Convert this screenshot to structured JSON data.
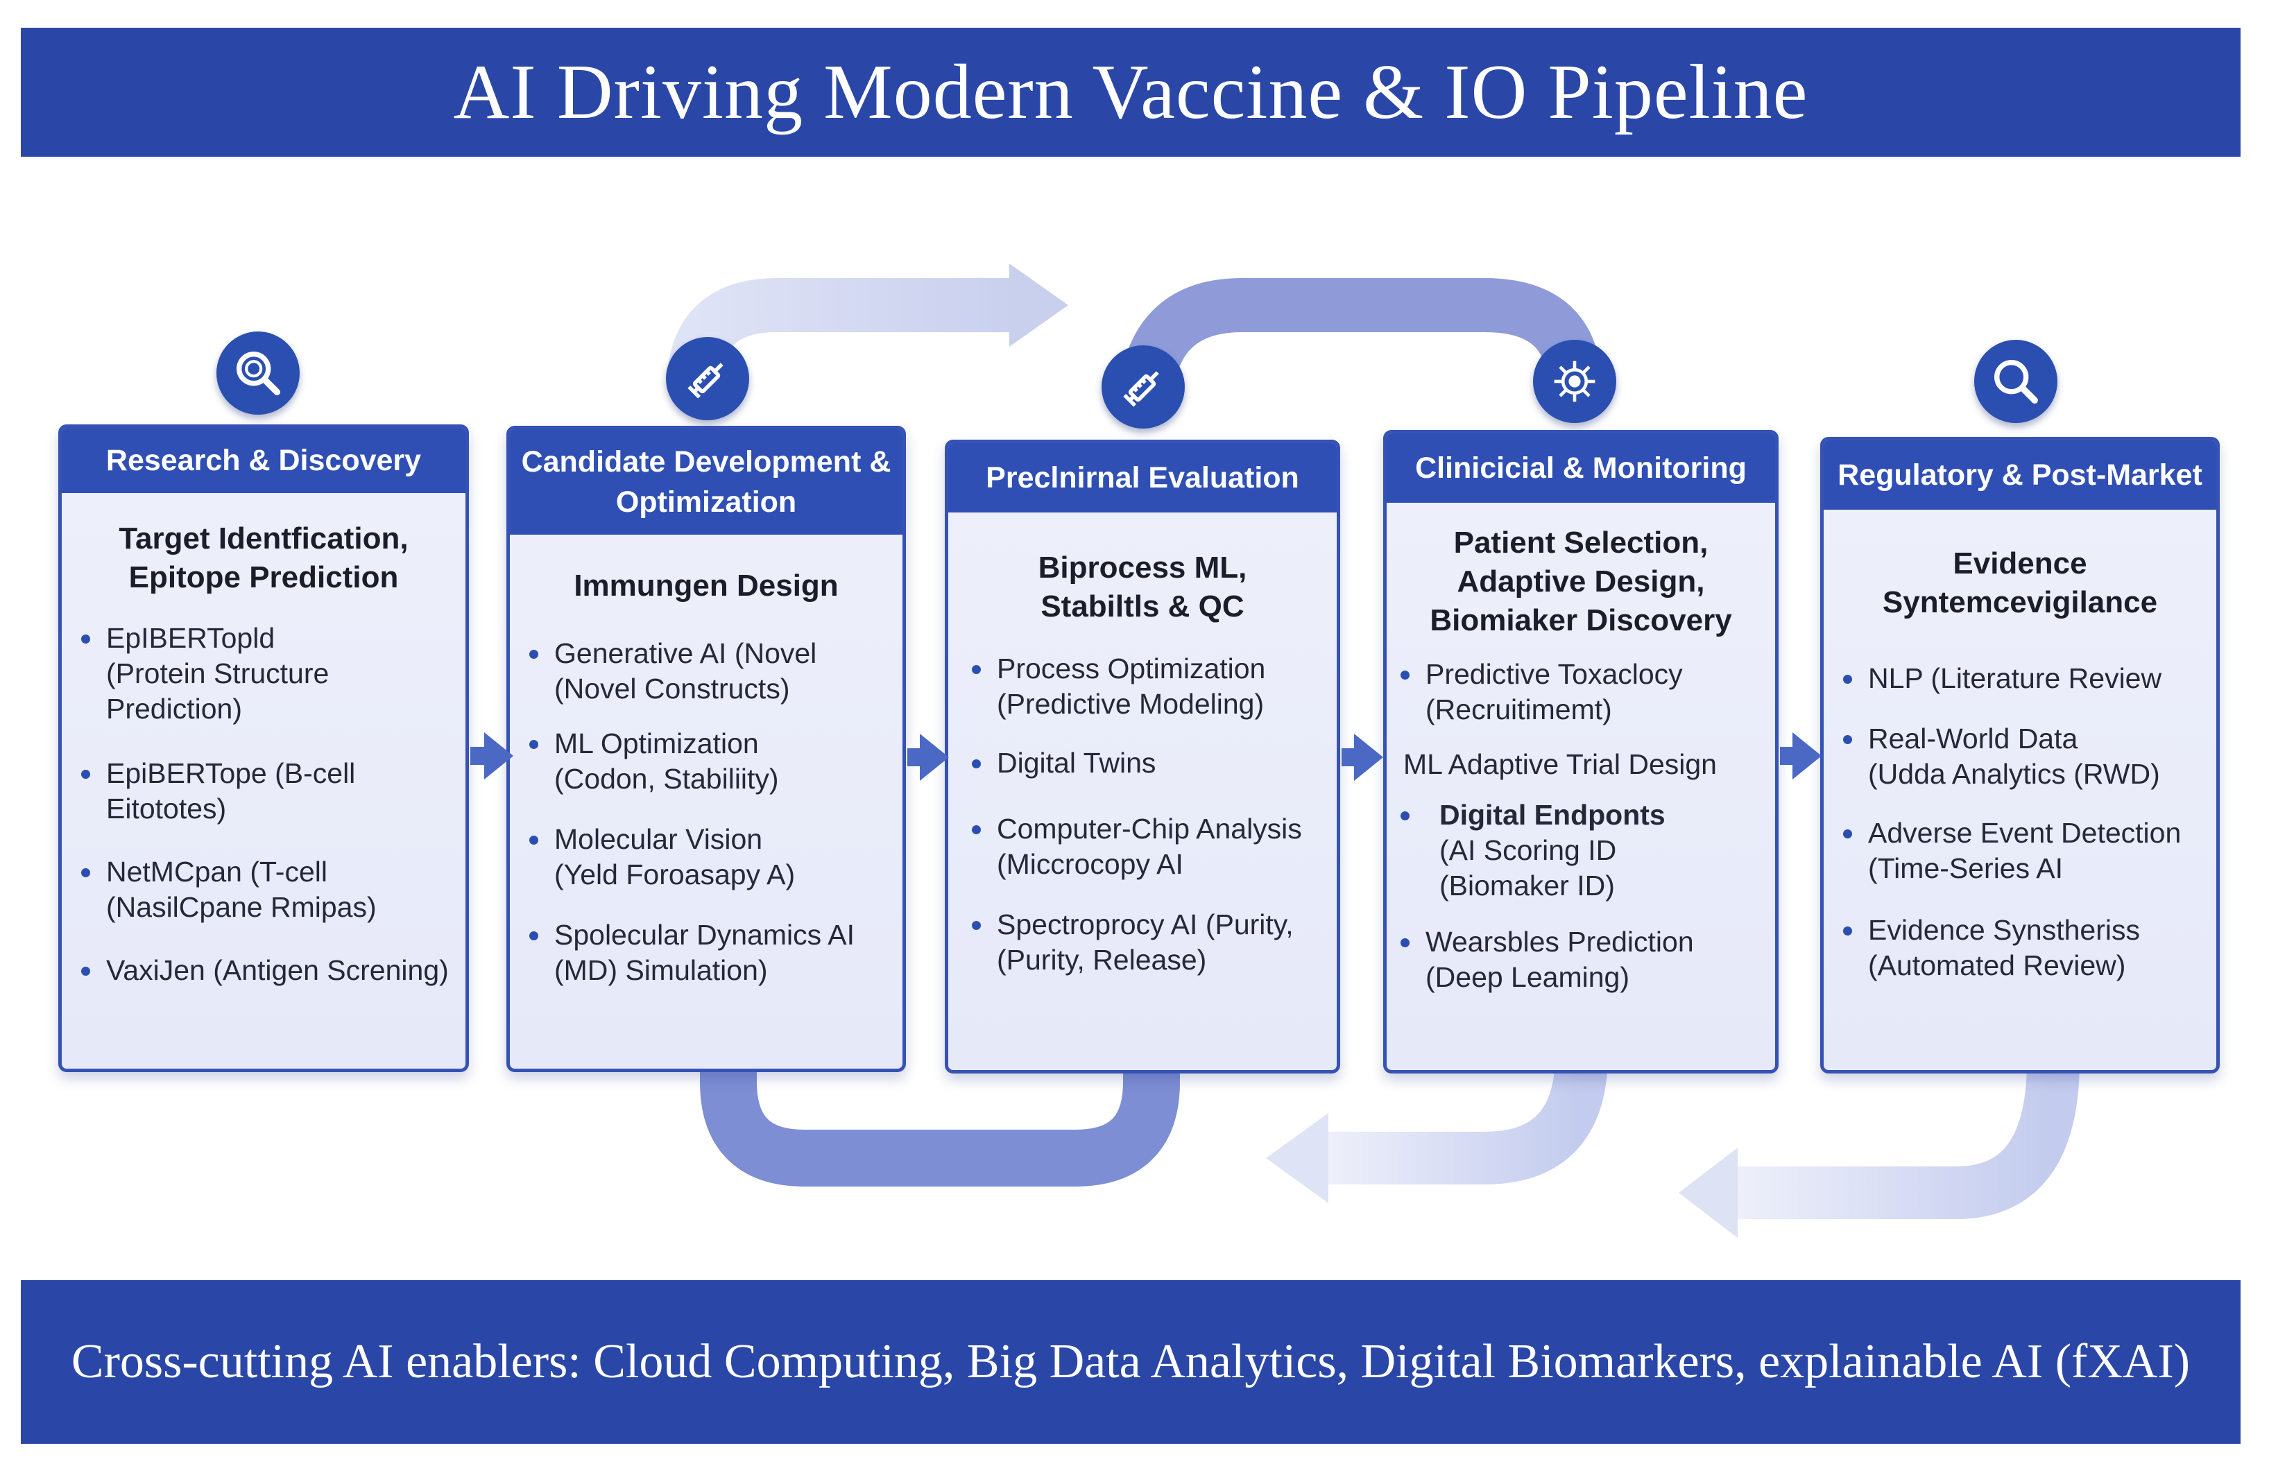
{
  "title": "AI Driving Modern Vaccine & IO Pipeline",
  "footer": "Cross-cutting AI enablers: Cloud Computing, Big Data Analytics, Digital Biomarkers, explainable AI (fXAI)",
  "colors": {
    "banner": "#2a47a8",
    "card_header": "#2f4fb4",
    "card_bg": "#e8ebf9",
    "arrow": "#8a9ad8"
  },
  "stages": [
    {
      "icon": "magnifier-icon",
      "header": "Research & Discovery",
      "subtitle": [
        "Target Identfication,",
        "Epitope Prediction"
      ],
      "items": [
        {
          "lines": [
            "EpIBERTopld",
            "(Protein Structure Prediction)"
          ]
        },
        {
          "lines": [
            "EpiBERTope (B-cell",
            "Eitototes)"
          ]
        },
        {
          "lines": [
            "NetMCpan (T-cell",
            "(NasilCpane Rmipas)"
          ]
        },
        {
          "lines": [
            "VaxiJen (Antigen Screning)"
          ]
        }
      ]
    },
    {
      "icon": "syringe-icon",
      "header": "Candidate Development & Optimization",
      "subtitle": [
        "Immungen Design"
      ],
      "items": [
        {
          "lines": [
            "Generative AI (Novel",
            "(Novel Constructs)"
          ]
        },
        {
          "lines": [
            "ML Optimization",
            "(Codon, Stabiliity)"
          ]
        },
        {
          "lines": [
            "Molecular Vision",
            "(Yeld Foroasapy A)"
          ]
        },
        {
          "lines": [
            "Spolecular Dynamics AI",
            "(MD) Simulation)"
          ]
        }
      ]
    },
    {
      "icon": "syringe-icon",
      "header": "Preclnirnal Evaluation",
      "subtitle": [
        "Biprocess ML,",
        "Stabiltls & QC"
      ],
      "items": [
        {
          "lines": [
            "Process Optimization",
            "(Predictive Modeling)"
          ]
        },
        {
          "lines": [
            "Digital Twins"
          ]
        },
        {
          "lines": [
            "Computer-Chip Analysis",
            "(Miccrocopy AI"
          ]
        },
        {
          "lines": [
            "Spectroprocy AI (Purity,",
            "(Purity, Release)"
          ]
        }
      ]
    },
    {
      "icon": "virus-icon",
      "header": "Clinicicial & Monitoring",
      "subtitle": [
        "Patient Selection,",
        "Adaptive Design,",
        "Biomiaker Discovery"
      ],
      "items": [
        {
          "lines": [
            "Predictive Toxaclocy",
            "(Recruitimemt)"
          ]
        },
        {
          "lines": [
            "ML Adaptive Trial Design"
          ],
          "plain": true
        },
        {
          "lines": [
            "Digital Endponts",
            "(AI Scoring ID",
            "(Biomaker ID)"
          ]
        },
        {
          "lines": [
            "Wearsbles Prediction",
            "(Deep Leaming)"
          ]
        }
      ]
    },
    {
      "icon": "magnifier-icon",
      "header": "Regulatory & Post-Market",
      "subtitle": [
        "Evidence",
        "Syntemcevigilance"
      ],
      "items": [
        {
          "lines": [
            "NLP (Literature Review"
          ]
        },
        {
          "lines": [
            "Real-World Data",
            "(Udda Analytics (RWD)"
          ]
        },
        {
          "lines": [
            "Adverse Event Detection",
            "(Time-Series AI"
          ]
        },
        {
          "lines": [
            "Evidence Synstheriss",
            "(Automated Review)"
          ]
        }
      ]
    }
  ]
}
